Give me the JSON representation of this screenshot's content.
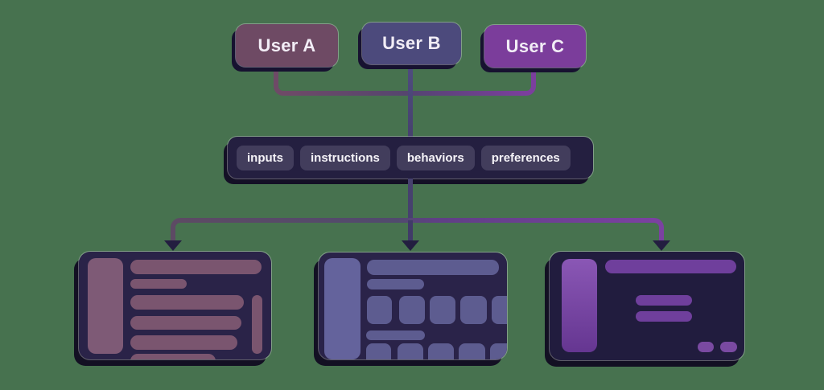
{
  "canvas": {
    "background": "#47724f"
  },
  "users": [
    {
      "label": "User A",
      "color": "#6e4a64"
    },
    {
      "label": "User B",
      "color": "#4c4a7c"
    },
    {
      "label": "User C",
      "color": "#7b3d9b"
    }
  ],
  "tag_bar": {
    "background": "#241f40",
    "chip_background": "#423d5c",
    "items": [
      "inputs",
      "instructions",
      "behaviors",
      "preferences"
    ]
  },
  "connectors": {
    "user_a_line": "#6e4a67",
    "user_b_line": "#4d4a7c",
    "user_c_line": "#7b3f9d",
    "branch_left": "#5d4a64",
    "branch_center": "#46416e",
    "branch_right": "#7b41a1",
    "arrowhead_color": "#231e40"
  },
  "screens": [
    {
      "name": "screen-a",
      "background": "#2a2348",
      "accent": "#7a556f"
    },
    {
      "name": "screen-b",
      "background": "#2a2349",
      "accent": "#5d5c90"
    },
    {
      "name": "screen-c",
      "background": "#211c3e",
      "accent": "#6f3f9c"
    }
  ],
  "edges": [
    {
      "from": "User A",
      "to": "tag-bar"
    },
    {
      "from": "User B",
      "to": "tag-bar"
    },
    {
      "from": "User C",
      "to": "tag-bar"
    },
    {
      "from": "tag-bar",
      "to": "screen-a"
    },
    {
      "from": "tag-bar",
      "to": "screen-b"
    },
    {
      "from": "tag-bar",
      "to": "screen-c"
    }
  ]
}
